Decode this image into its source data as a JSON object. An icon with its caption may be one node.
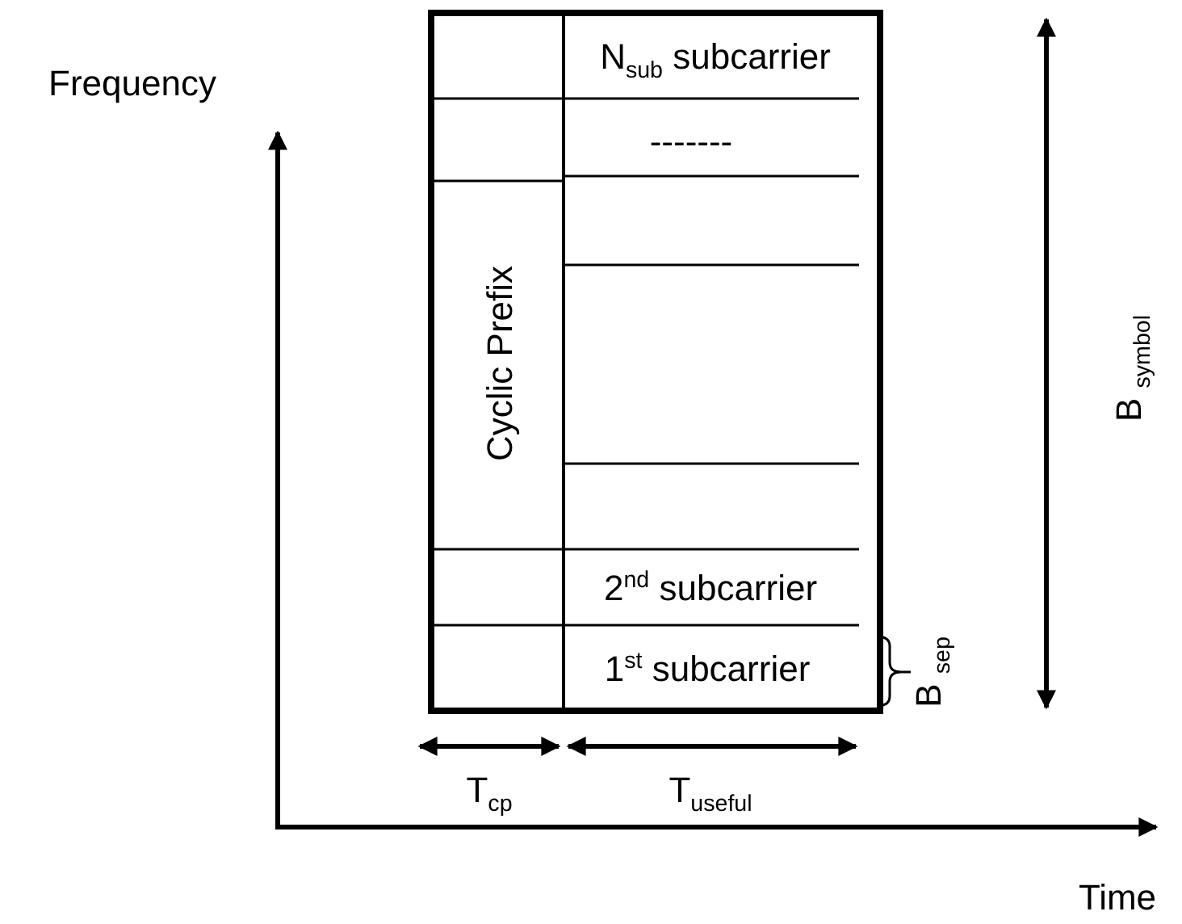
{
  "diagram": {
    "labels": [
      "Frequency",
      "N$_{sub}$ subcarrier",
      "-------",
      "Cyclic Prefix",
      "B $_{symbol}$",
      "2$^{nd}$ subcarrier",
      "1$^{st}$ subcarrier",
      "B $_{sep}$",
      "T$_{cp}$",
      "T$_{useful}$",
      "Time"
    ]
  }
}
